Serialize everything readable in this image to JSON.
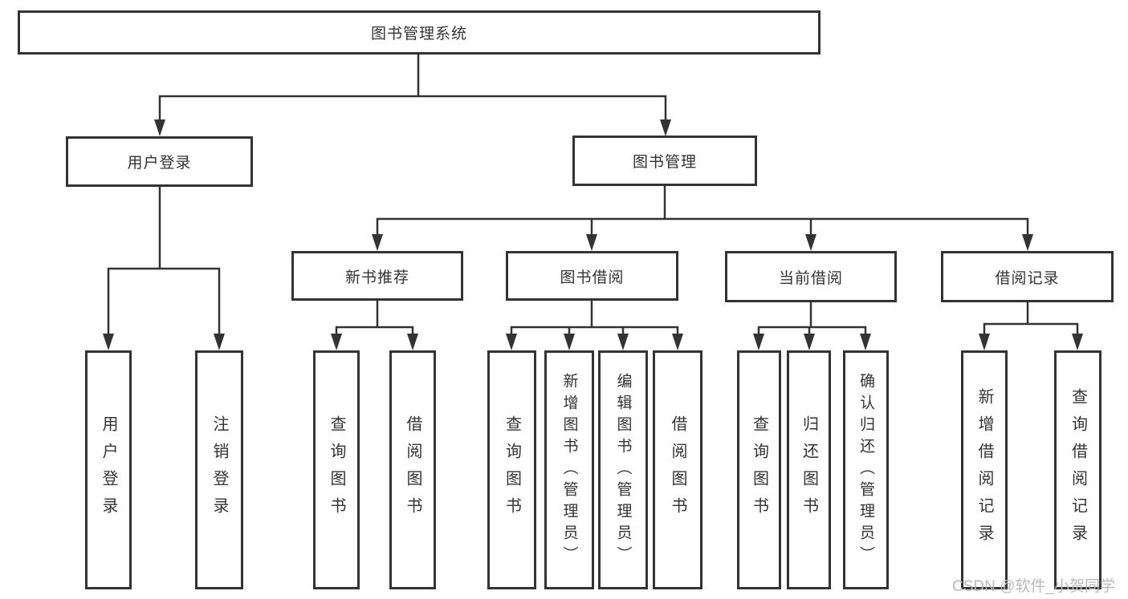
{
  "tree": {
    "label": "图书管理系统",
    "children": [
      {
        "label": "用户登录",
        "children": [
          {
            "label": "用户登录"
          },
          {
            "label": "注销登录"
          }
        ]
      },
      {
        "label": "图书管理",
        "children": [
          {
            "label": "新书推荐",
            "children": [
              {
                "label": "查询图书"
              },
              {
                "label": "借阅图书"
              }
            ]
          },
          {
            "label": "图书借阅",
            "children": [
              {
                "label": "查询图书"
              },
              {
                "label": "新增图书（管理员）"
              },
              {
                "label": "编辑图书（管理员）"
              },
              {
                "label": "借阅图书"
              }
            ]
          },
          {
            "label": "当前借阅",
            "children": [
              {
                "label": "查询图书"
              },
              {
                "label": "归还图书"
              },
              {
                "label": "确认归还（管理员）"
              }
            ]
          },
          {
            "label": "借阅记录",
            "children": [
              {
                "label": "新增借阅记录"
              },
              {
                "label": "查询借阅记录"
              }
            ]
          }
        ]
      }
    ]
  },
  "watermark": {
    "text": "CSDN @软件_小贺同学"
  },
  "colors": {
    "line": "#333333",
    "text": "#333333",
    "background": "#ffffff",
    "watermark": "#b9b9b9"
  }
}
